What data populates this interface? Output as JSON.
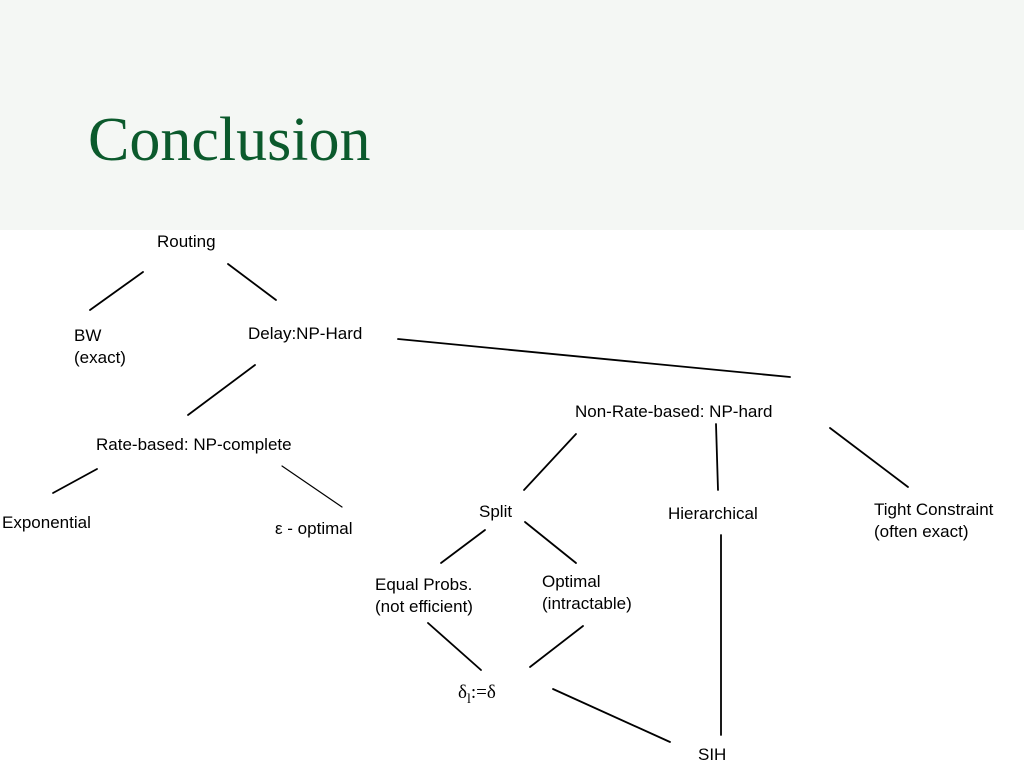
{
  "slide": {
    "title": "Conclusion"
  },
  "diagram": {
    "routing": "Routing",
    "bw": [
      "BW",
      "(exact)"
    ],
    "delay": "Delay:NP-Hard",
    "rate_based": "Rate-based: NP-complete",
    "exponential": "Exponential",
    "eps_optimal": "ε - optimal",
    "non_rate_based": "Non-Rate-based: NP-hard",
    "split": "Split",
    "hierarchical": "Hierarchical",
    "tight_constraint": [
      "Tight Constraint",
      "(often exact)"
    ],
    "equal_probs": [
      "Equal Probs.",
      "(not efficient)"
    ],
    "optimal": [
      "Optimal",
      "(intractable)"
    ],
    "delta_assign": {
      "base": "δ",
      "sub": "l",
      "rest": ":=δ"
    },
    "sih": "SIH"
  }
}
